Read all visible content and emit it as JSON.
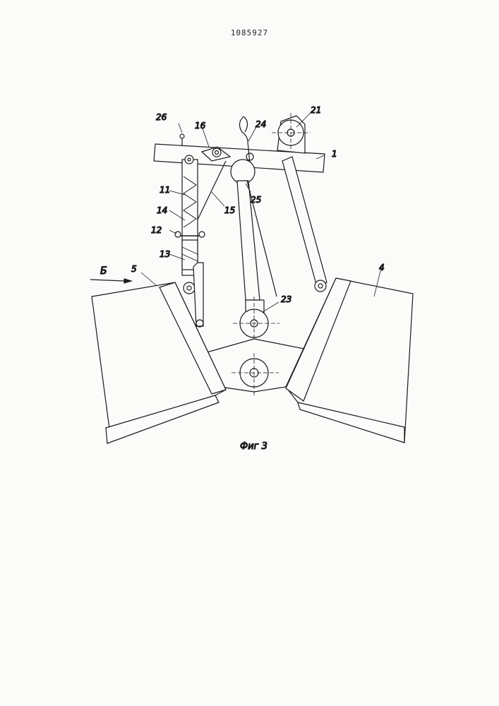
{
  "document": {
    "patent_number": "1085927",
    "figure_caption": "Фиг 3"
  },
  "labels": {
    "l26": "26",
    "l16": "16",
    "l24": "24",
    "l21": "21",
    "l1": "1",
    "l11": "11",
    "l14": "14",
    "l12": "12",
    "l15": "15",
    "l25": "25",
    "l13": "13",
    "lB": "Б",
    "l5": "5",
    "l4": "4",
    "l23": "23"
  },
  "colors": {
    "ink": "#1a1a1a",
    "paper": "#fbfbf9"
  }
}
